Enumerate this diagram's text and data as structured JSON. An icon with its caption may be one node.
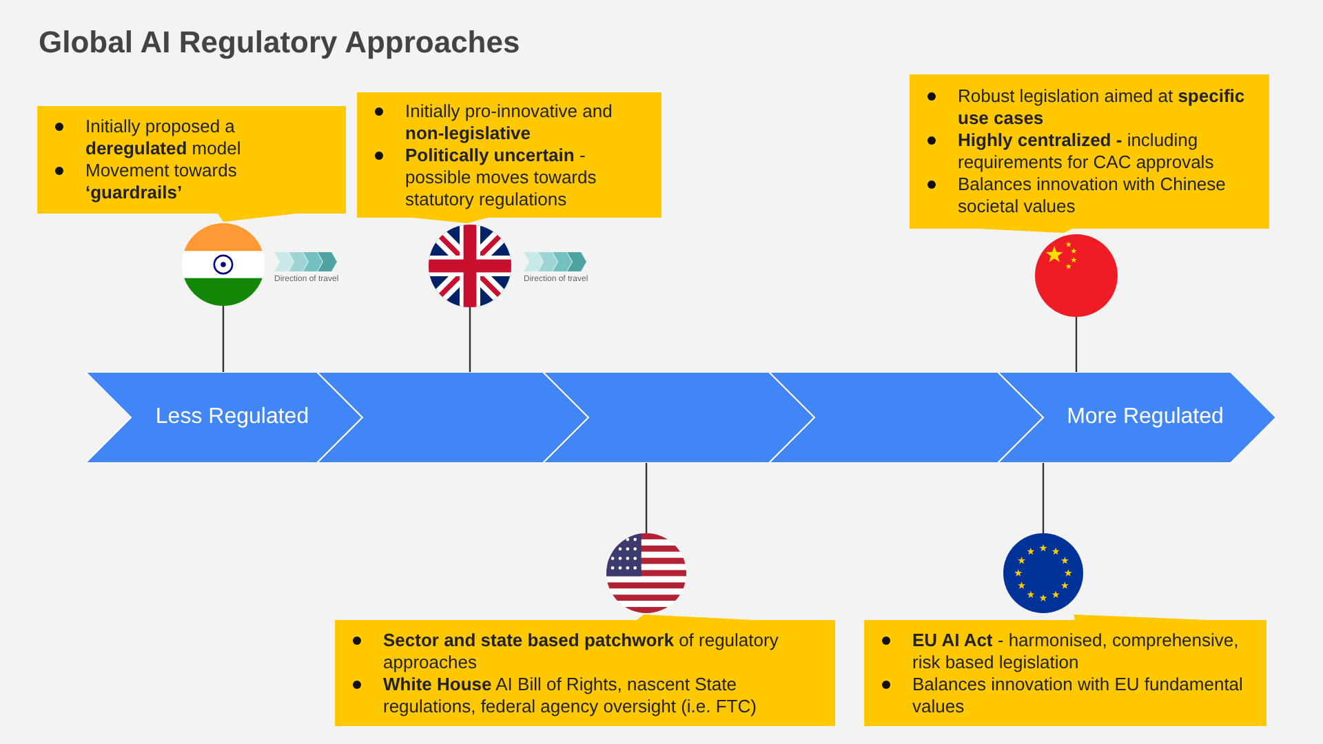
{
  "diagram": {
    "title": "Global AI Regulatory Approaches",
    "nodes": [
      {
        "text": [
          "Initially proposed a **deregulated** model",
          "Movement towards **‘guardrails’**"
        ]
      },
      {
        "text": [
          "Initially pro-innovative and **non-legislative**",
          "**Politically uncertain** - possible moves towards statutory regulations"
        ]
      },
      {
        "text": [
          "Robust legislation aimed at **specific use cases**",
          "**Highly centralized -** including requirements for CAC approvals",
          "Balances innovation with Chinese societal values"
        ]
      },
      {
        "text": [],
        "shape": "picture",
        "beside": [
          "Direction of travel"
        ]
      },
      {
        "text": [],
        "shape": "picture",
        "beside": [
          "Direction of travel"
        ]
      },
      {
        "text": [],
        "shape": "picture"
      },
      {
        "text": [
          "Less Regulated"
        ]
      },
      {
        "text": [],
        "shape": "chevron"
      },
      {
        "text": [],
        "shape": "chevron"
      },
      {
        "text": [],
        "shape": "chevron"
      },
      {
        "text": [
          "More Regulated"
        ]
      },
      {
        "text": [],
        "shape": "picture"
      },
      {
        "text": [],
        "shape": "picture"
      },
      {
        "text": [
          "**Sector and state based patchwork** of regulatory approaches",
          "**White House** AI Bill of Rights, nascent State regulations, federal agency oversight (i.e. FTC)"
        ]
      },
      {
        "text": [
          "**EU AI Act** - harmonised, comprehensive, risk based legislation",
          "Balances innovation with EU fundamental values"
        ]
      }
    ],
    "edges": [
      {
        "from": 3,
        "to": 6,
        "arrow": "none"
      },
      {
        "from": 4,
        "to": 7,
        "arrow": "none"
      },
      {
        "from": 5,
        "to": 10,
        "arrow": "none"
      },
      {
        "from": 11,
        "to": 8,
        "arrow": "none"
      },
      {
        "from": 12,
        "to": 10,
        "arrow": "none"
      }
    ]
  }
}
